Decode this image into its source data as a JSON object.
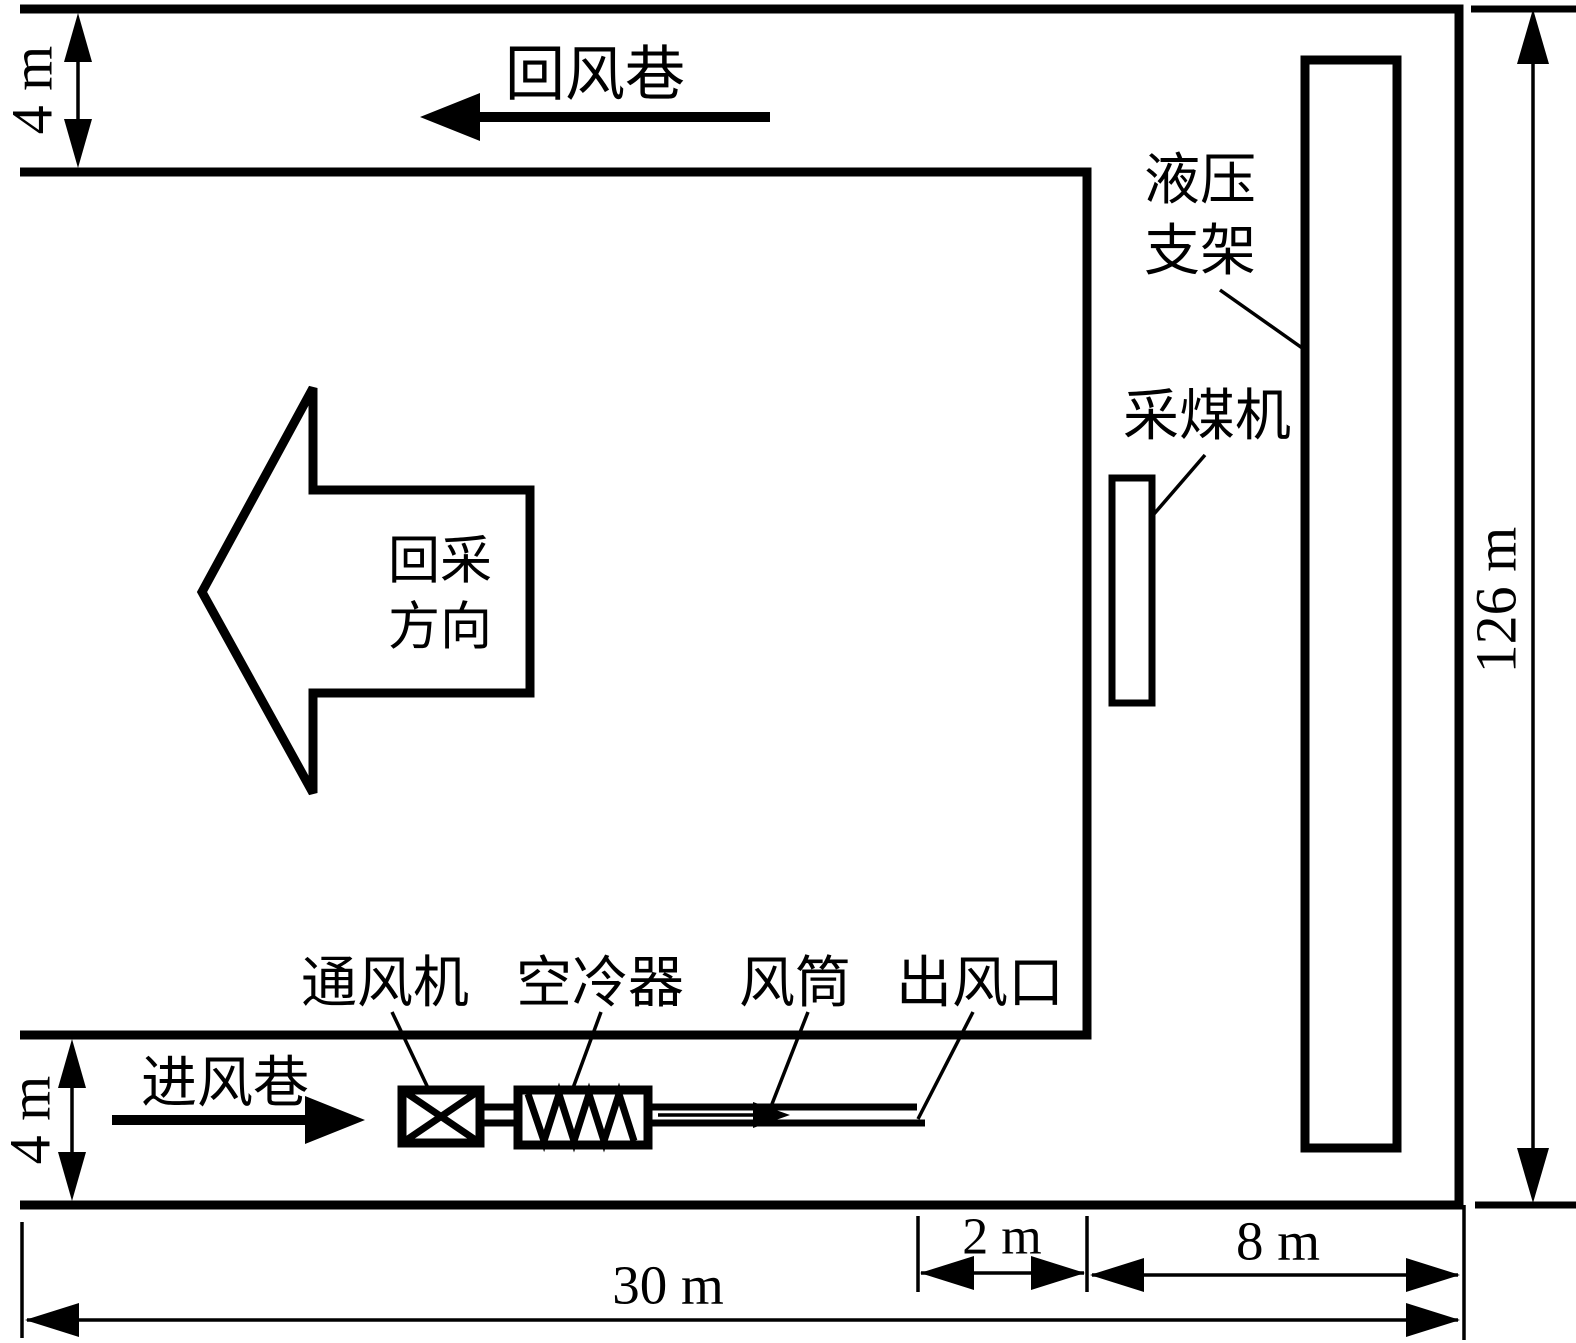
{
  "figure": {
    "title_hint": "采煤工作面通风布置示意图",
    "colors": {
      "line": "#000000",
      "background": "#ffffff"
    },
    "labels": {
      "return_airway": "回风巷",
      "intake_airway": "进风巷",
      "hydraulic_support_line1": "液压",
      "hydraulic_support_line2": "支架",
      "shearer": "采煤机",
      "mining_direction_line1": "回采",
      "mining_direction_line2": "方向",
      "fan": "通风机",
      "air_cooler": "空冷器",
      "air_duct": "风筒",
      "air_outlet": "出风口"
    },
    "dimensions": {
      "return_airway_width": "4 m",
      "intake_airway_width": "4 m",
      "face_length": "126 m",
      "outlet_to_face": "2 m",
      "face_to_boundary": "8 m",
      "total_width": "30 m"
    }
  }
}
